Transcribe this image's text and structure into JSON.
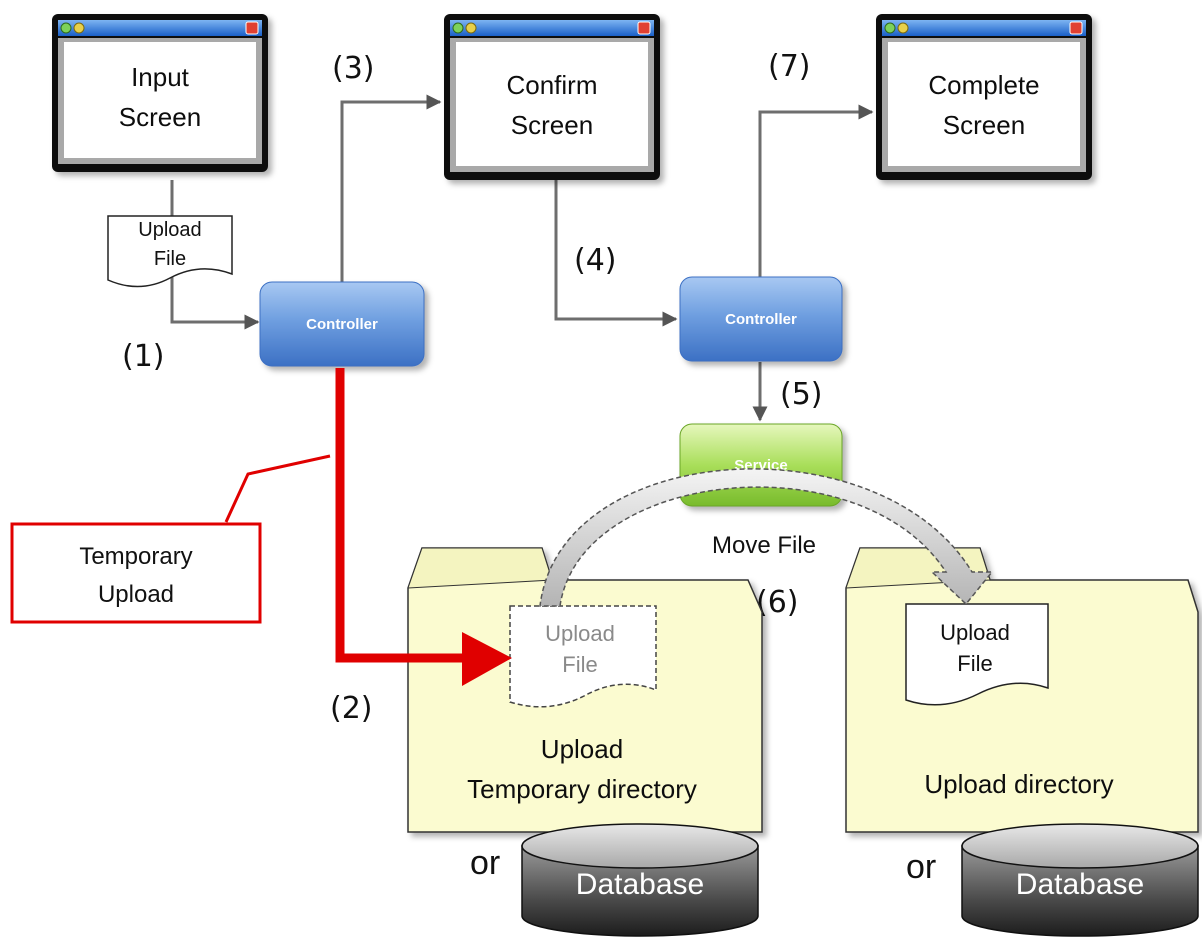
{
  "screens": {
    "input": [
      "Input",
      "Screen"
    ],
    "confirm": [
      "Confirm",
      "Screen"
    ],
    "complete": [
      "Complete",
      "Screen"
    ]
  },
  "controllers": {
    "first": "Controller",
    "second": "Controller"
  },
  "service": {
    "label": "Service"
  },
  "files": {
    "input_upload": [
      "Upload",
      "File"
    ],
    "temp_upload": [
      "Upload",
      "File"
    ],
    "final_upload": [
      "Upload",
      "File"
    ]
  },
  "steps": {
    "s1": "(1)",
    "s2": "(2)",
    "s3": "(3)",
    "s4": "(4)",
    "s5": "(5)",
    "s6": "(6)",
    "s7": "(7)"
  },
  "callout": {
    "lines": [
      "Temporary",
      "Upload"
    ]
  },
  "move_file": "Move File",
  "folders": {
    "temporary": [
      "Upload",
      "Temporary directory"
    ],
    "upload": [
      "Upload directory"
    ]
  },
  "or_label": "or",
  "databases": {
    "left": "Database",
    "right": "Database"
  },
  "colors": {
    "controller": "#4f87d6",
    "service": "#8fd03a",
    "folder": "#fbfbd0",
    "temp_arrow": "#e00000",
    "titlebar": "#1a6fd8",
    "database": "#3a3a3a"
  }
}
